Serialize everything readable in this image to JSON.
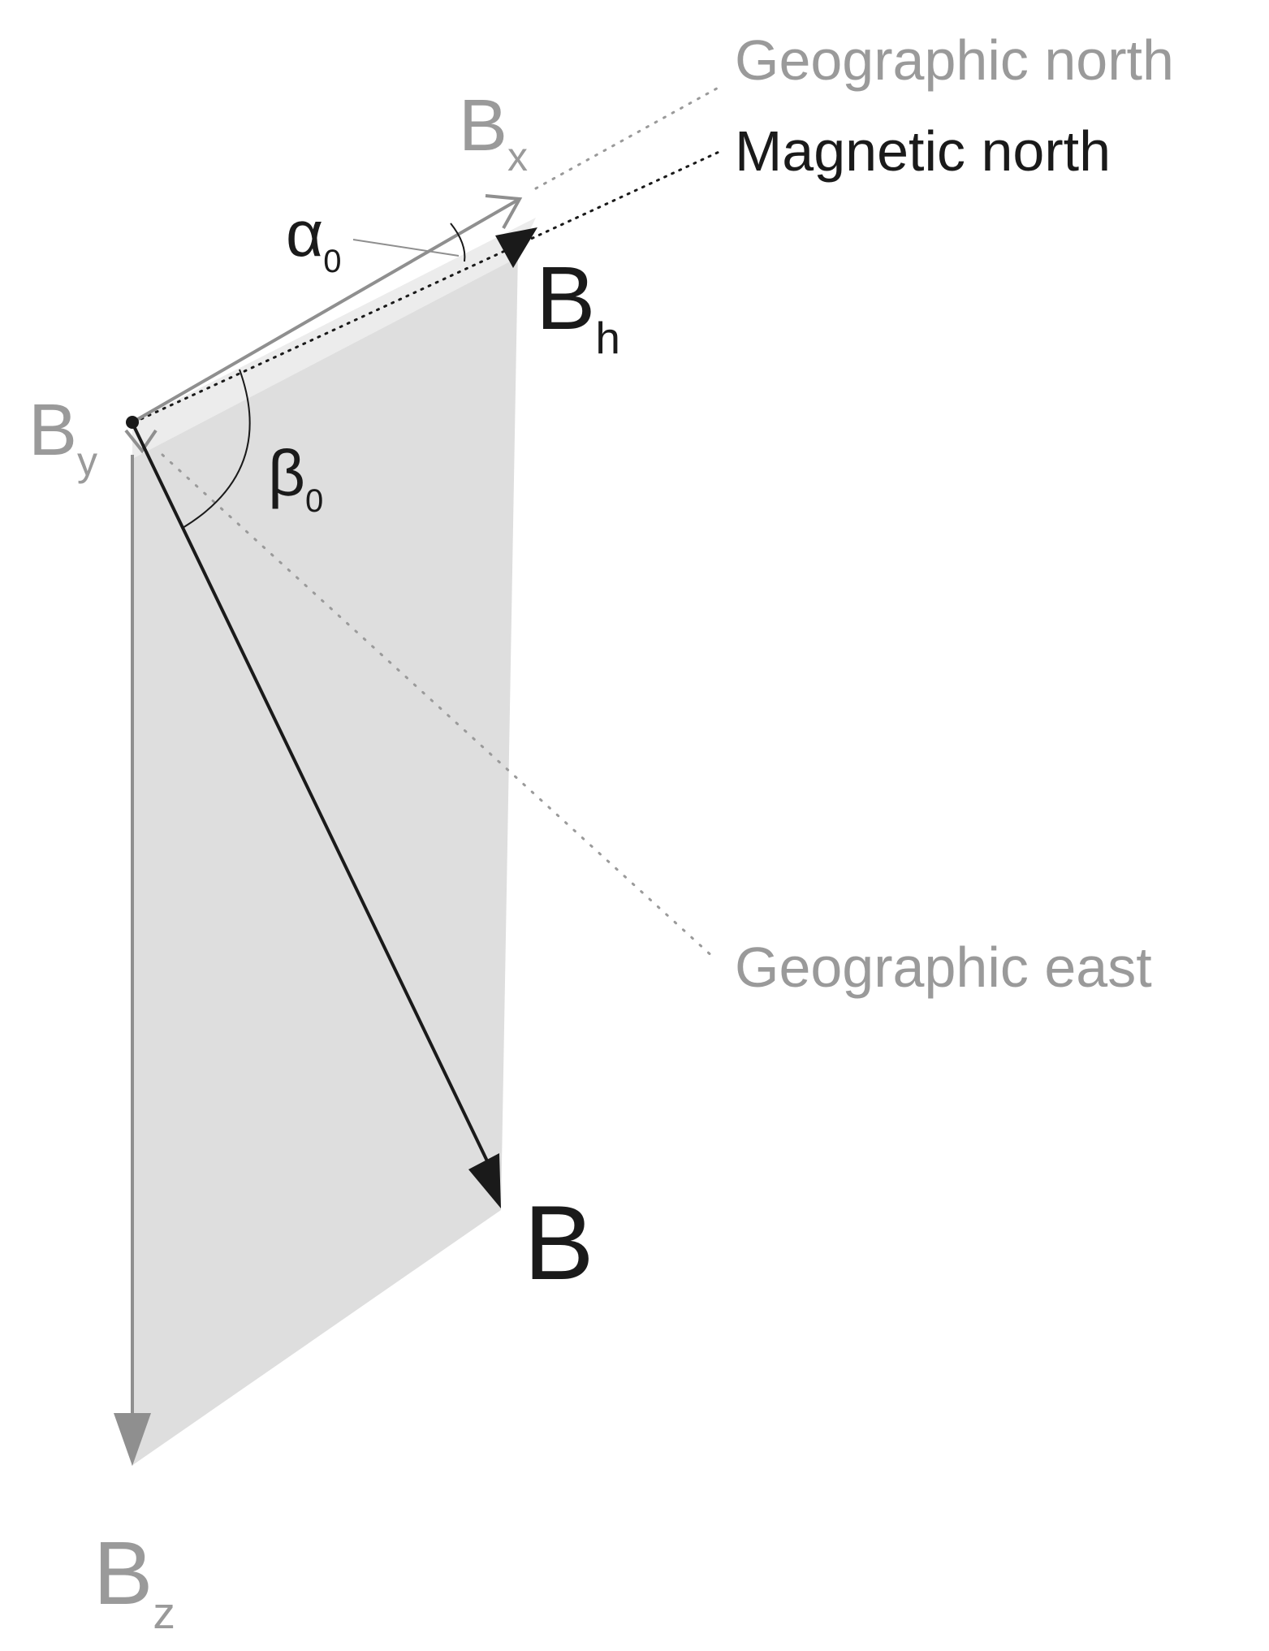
{
  "labels": {
    "geographic_north": "Geographic north",
    "magnetic_north": "Magnetic north",
    "geographic_east": "Geographic east",
    "bx": {
      "base": "B",
      "sub": "x"
    },
    "by": {
      "base": "B",
      "sub": "y"
    },
    "bz": {
      "base": "B",
      "sub": "z"
    },
    "bh": {
      "base": "B",
      "sub": "h"
    },
    "b": "B",
    "alpha": {
      "base": "α",
      "sub": "0"
    },
    "beta": {
      "base": "β",
      "sub": "0"
    }
  },
  "colors": {
    "gray_text": "#9a9a9a",
    "black_text": "#1a1a1a",
    "plane_fill": "#dedede",
    "plane_edge": "#ececec",
    "axis_gray": "#8f8f8f",
    "vector_black": "#1a1a1a"
  }
}
